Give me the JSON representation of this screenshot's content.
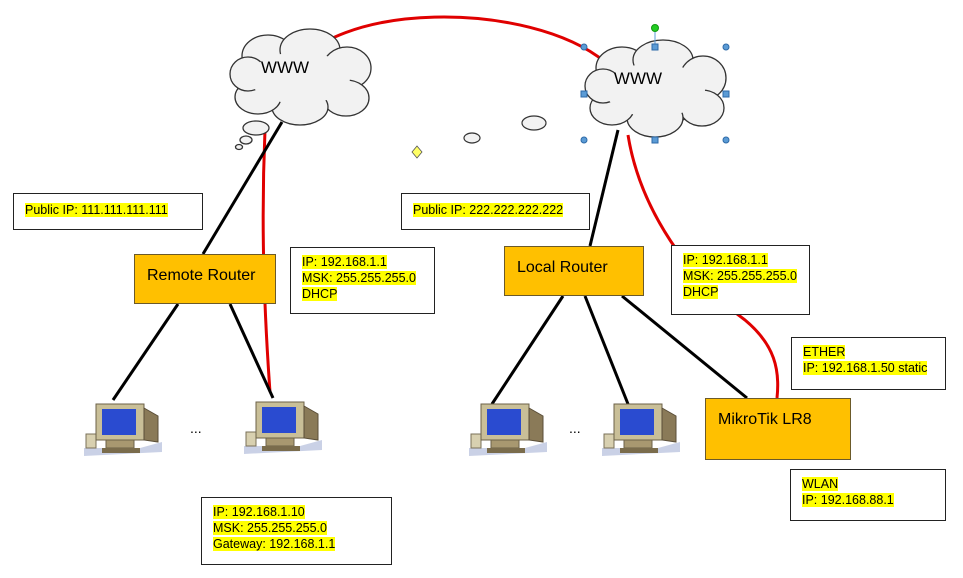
{
  "clouds": {
    "left": {
      "label": "WWW"
    },
    "right": {
      "label": "WWW"
    }
  },
  "routers": {
    "remote": {
      "label": "Remote Router"
    },
    "local": {
      "label": "Local Router"
    },
    "mikrotik": {
      "label": "MikroTik LR8"
    }
  },
  "boxes": {
    "remote_public": {
      "lines": [
        "Public IP: 111.111.111.111"
      ]
    },
    "local_public": {
      "lines": [
        "Public IP: 222.222.222.222"
      ]
    },
    "remote_lan": {
      "lines": [
        "IP: 192.168.1.1",
        "MSK: 255.255.255.0",
        "DHCP"
      ]
    },
    "local_lan": {
      "lines": [
        "IP: 192.168.1.1",
        "MSK: 255.255.255.0",
        "DHCP"
      ]
    },
    "ether": {
      "lines": [
        "ETHER",
        "IP: 192.168.1.50 static"
      ]
    },
    "wlan": {
      "lines": [
        "WLAN",
        "IP: 192.168.88.1"
      ]
    },
    "client": {
      "lines": [
        "IP: 192.168.1.10",
        "MSK: 255.255.255.0",
        "Gateway: 192.168.1.1"
      ]
    }
  },
  "ellipsis": {
    "left": "...",
    "right": "..."
  },
  "colors": {
    "router_fill": "#ffc000",
    "highlight": "#ffff00",
    "red_link": "#e00000",
    "cloud_fill": "#f2f2f2"
  }
}
